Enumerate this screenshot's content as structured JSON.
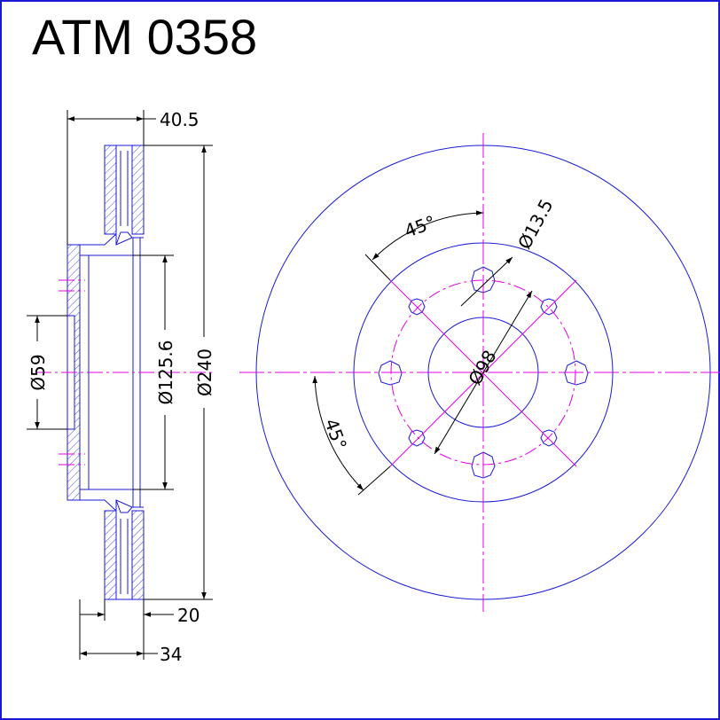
{
  "title": "ATM 0358",
  "colors": {
    "outline": "#1a1ad6",
    "centerline": "#e000e0",
    "dimension": "#000000",
    "background": "#ffffff"
  },
  "section_view": {
    "dims": {
      "hat_height": "40.5",
      "pilot_bore": "Ø59",
      "hat_diameter": "Ø125.6",
      "disc_diameter": "Ø240",
      "disc_thickness": "20",
      "total_height": "34"
    }
  },
  "front_view": {
    "dims": {
      "bolt_hole_diameter": "Ø13.5",
      "bolt_circle_diameter": "Ø98",
      "angle_top": "45°",
      "angle_left": "45°"
    }
  }
}
